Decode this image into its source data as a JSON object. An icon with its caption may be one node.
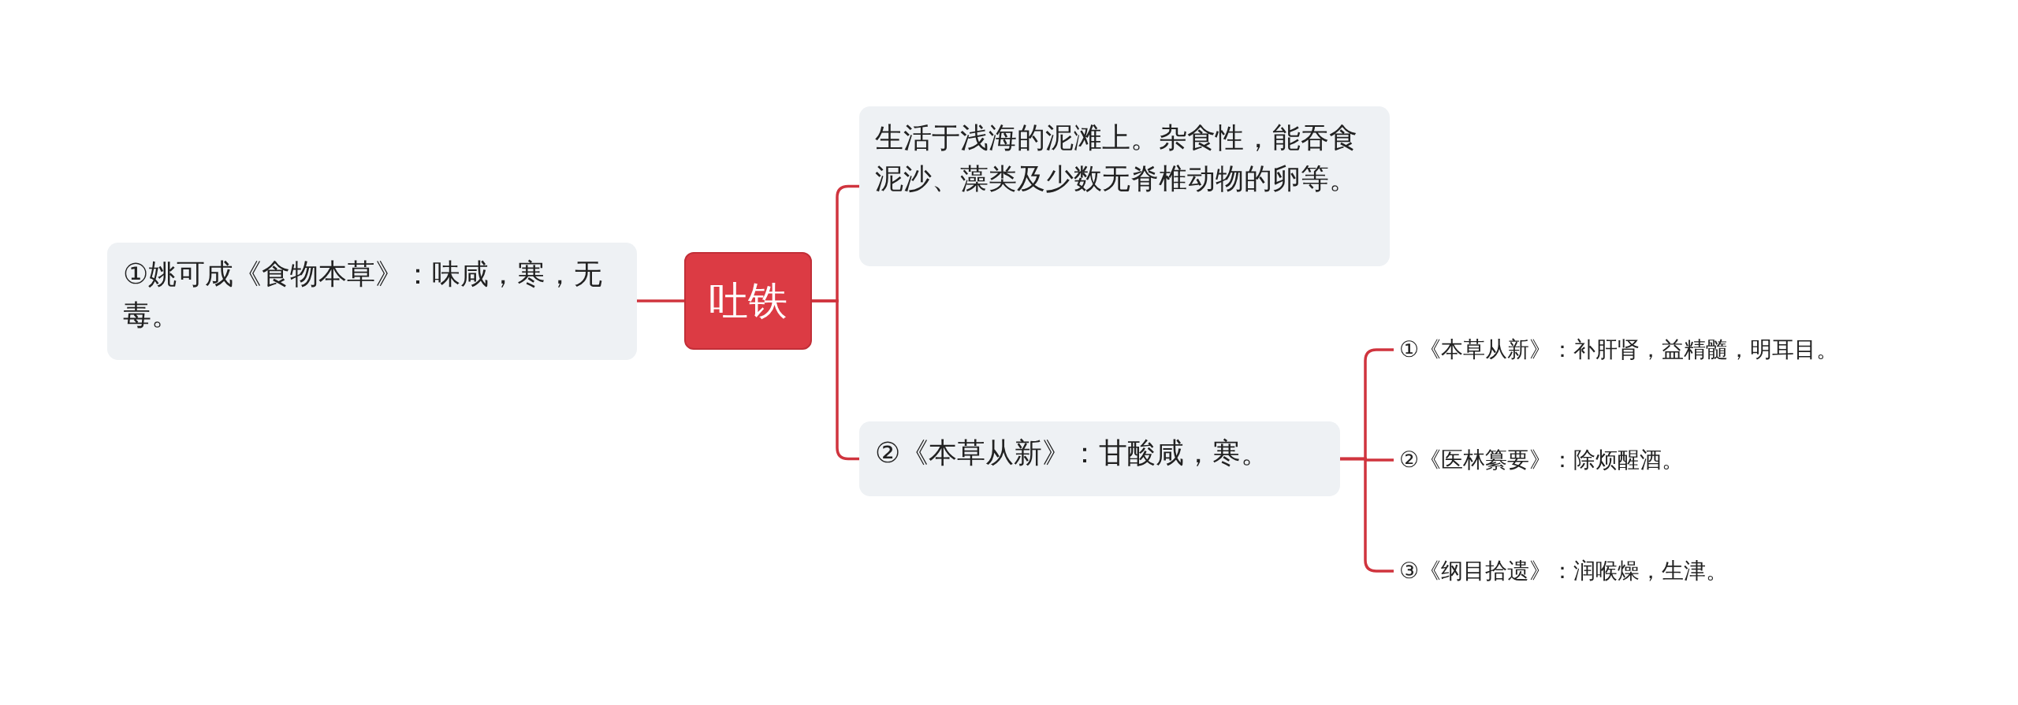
{
  "diagram": {
    "nodes": [
      {
        "text": [
          "吐铁"
        ]
      },
      {
        "text": [
          "①姚可成《食物本草》：味咸，寒，无毒。"
        ]
      },
      {
        "text": [
          "生活于浅海的泥滩上。杂食性，能吞食泥沙、藻类及少数无脊椎动物的卵等。"
        ]
      },
      {
        "text": [
          "②《本草从新》：甘酸咸，寒。"
        ]
      },
      {
        "text": [
          "①《本草从新》：补肝肾，益精髓，明耳目。"
        ]
      },
      {
        "text": [
          "②《医林纂要》：除烦醒酒。"
        ]
      },
      {
        "text": [
          "③《纲目拾遗》：润喉燥，生津。"
        ]
      }
    ],
    "edges": [
      {
        "from": 0,
        "to": 1,
        "arrow": "none"
      },
      {
        "from": 0,
        "to": 2,
        "arrow": "none"
      },
      {
        "from": 0,
        "to": 3,
        "arrow": "none"
      },
      {
        "from": 3,
        "to": 4,
        "arrow": "none"
      },
      {
        "from": 3,
        "to": 5,
        "arrow": "none"
      },
      {
        "from": 3,
        "to": 6,
        "arrow": "none"
      }
    ]
  }
}
